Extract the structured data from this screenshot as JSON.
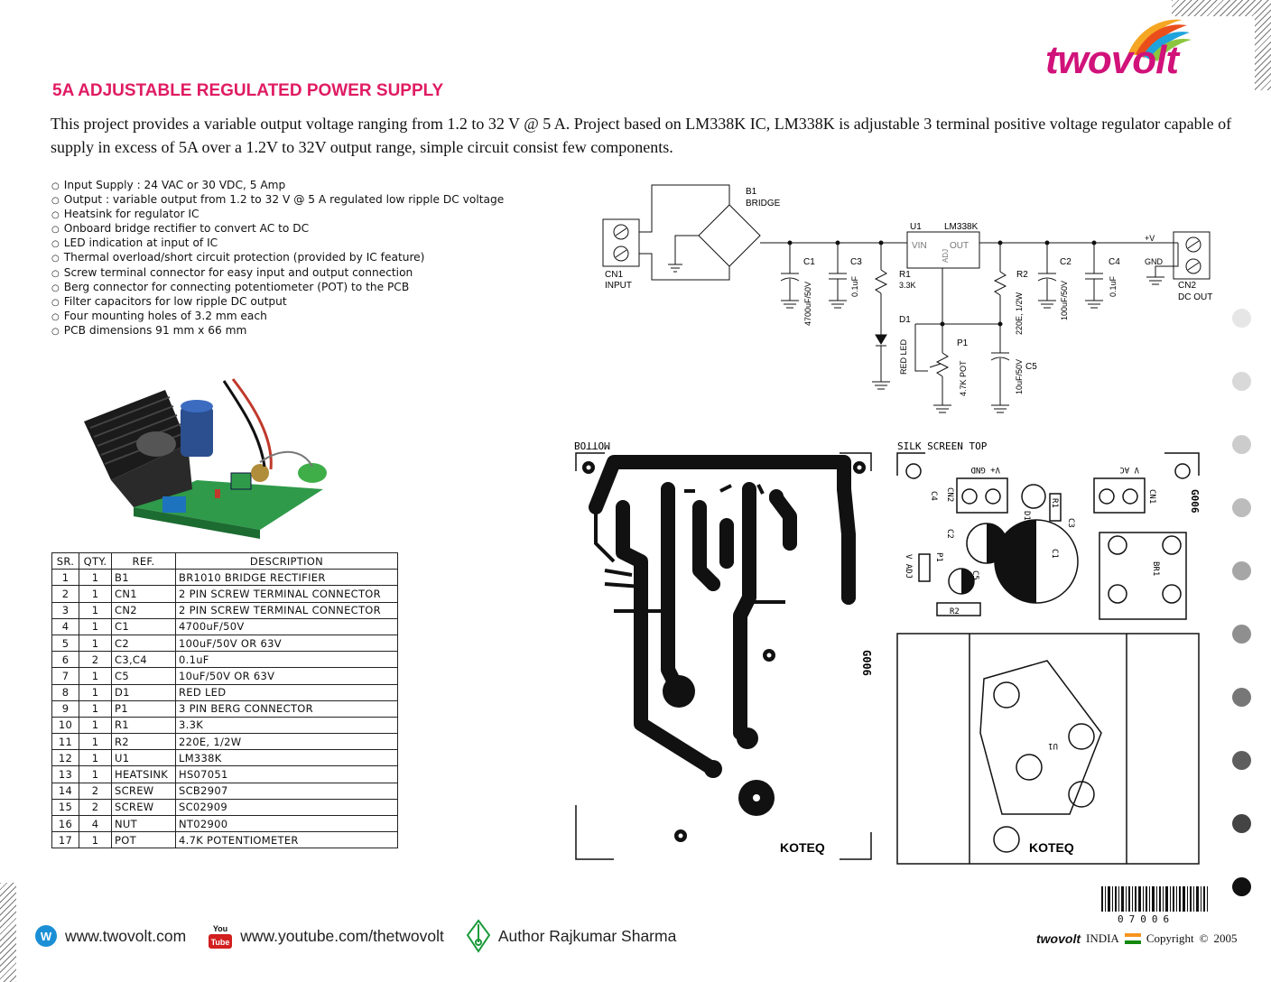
{
  "brand": {
    "logo_text": "twovolt",
    "accent_color": "#e01b62"
  },
  "header": {
    "title": "5A ADJUSTABLE REGULATED POWER SUPPLY",
    "intro": "This project provides a variable output voltage ranging from 1.2 to 32 V @ 5 A. Project based on LM338K IC, LM338K is adjustable 3 terminal positive voltage regulator capable of supply in excess of 5A over a 1.2V to 32V output range, simple circuit consist few components."
  },
  "features": [
    "Input Supply : 24 VAC or 30 VDC, 5 Amp",
    "Output : variable output from 1.2 to 32 V @ 5 A regulated low ripple DC voltage",
    "Heatsink for regulator IC",
    "Onboard bridge rectifier to convert AC to DC",
    "LED indication at input of IC",
    "Thermal overload/short circuit protection (provided by IC feature)",
    "Screw terminal connector for easy input and output connection",
    "Berg connector for connecting potentiometer (POT) to the PCB",
    "Filter capacitors for low ripple DC output",
    "Four mounting holes of 3.2 mm each",
    "PCB dimensions 91 mm x 66 mm"
  ],
  "bom": {
    "headers": [
      "SR.",
      "QTY.",
      "REF.",
      "DESCRIPTION"
    ],
    "rows": [
      [
        "1",
        "1",
        "B1",
        "BR1010 BRIDGE RECTIFIER"
      ],
      [
        "2",
        "1",
        "CN1",
        "2 PIN SCREW TERMINAL CONNECTOR"
      ],
      [
        "3",
        "1",
        "CN2",
        "2 PIN SCREW TERMINAL CONNECTOR"
      ],
      [
        "4",
        "1",
        "C1",
        "4700uF/50V"
      ],
      [
        "5",
        "1",
        "C2",
        "100uF/50V OR 63V"
      ],
      [
        "6",
        "2",
        "C3,C4",
        "0.1uF"
      ],
      [
        "7",
        "1",
        "C5",
        "10uF/50V OR 63V"
      ],
      [
        "8",
        "1",
        "D1",
        "RED LED"
      ],
      [
        "9",
        "1",
        "P1",
        "3 PIN BERG CONNECTOR"
      ],
      [
        "10",
        "1",
        "R1",
        "3.3K"
      ],
      [
        "11",
        "1",
        "R2",
        "220E, 1/2W"
      ],
      [
        "12",
        "1",
        "U1",
        "LM338K"
      ],
      [
        "13",
        "1",
        "HEATSINK",
        "HS07051"
      ],
      [
        "14",
        "2",
        "SCREW",
        "SCB2907"
      ],
      [
        "15",
        "2",
        "SCREW",
        "SC02909"
      ],
      [
        "16",
        "4",
        "NUT",
        "NT02900"
      ],
      [
        "17",
        "1",
        "POT",
        "4.7K POTENTIOMETER"
      ]
    ]
  },
  "schematic": {
    "b1": "B1",
    "bridge": "BRIDGE",
    "u1": "U1",
    "ic": "LM338K",
    "vin": "VIN",
    "out": "OUT",
    "adj": "ADJ",
    "cn1": "CN1",
    "input": "INPUT",
    "c1": "C1",
    "c1_val": "4700uF/50V",
    "c3": "C3",
    "c3_val": "0.1uF",
    "r1": "R1",
    "r1_val": "3.3K",
    "d1": "D1",
    "d1_val": "RED LED",
    "p1": "P1",
    "p1_val": "4.7K POT",
    "r2": "R2",
    "r2_val": "220E, 1/2W",
    "c5": "C5",
    "c5_val": "10uF/50V",
    "c2": "C2",
    "c2_val": "100uF/50V",
    "c4": "C4",
    "c4_val": "0.1uF",
    "vplus": "+V",
    "gnd": "GND",
    "cn2": "CN2",
    "dcout": "DC OUT"
  },
  "pcb": {
    "bottom_label": "BOTTOM",
    "code": "G006",
    "maker": "KOTEQ"
  },
  "silk": {
    "title": "SILK SCREEN TOP",
    "vplus_gnd": "V+  GND",
    "v_ac": "V  AC",
    "cn2": "CN2",
    "cn1": "CN1",
    "c4": "C4",
    "c2": "C2",
    "d1": "D1",
    "r1": "R1",
    "c3": "C3",
    "c1": "C1",
    "br1": "BR1",
    "p1": "P1",
    "vadj": "V ADJ",
    "c5": "C5",
    "r2": "R2",
    "u1": "U1",
    "code": "G006",
    "maker": "KOTEQ"
  },
  "side_dots": [
    "#e6e6e6",
    "#d9d9d9",
    "#cccccc",
    "#bcbcbc",
    "#a6a6a6",
    "#8f8f8f",
    "#777777",
    "#5e5e5e",
    "#444444",
    "#111111"
  ],
  "barcode_number": "07006",
  "copyright": {
    "brand": "twovolt",
    "country": "INDIA",
    "text": "Copyright",
    "symbol": "©",
    "year": "2005"
  },
  "footer": {
    "website": "www.twovolt.com",
    "youtube_icon_top": "You",
    "youtube_icon_bottom": "Tube",
    "youtube": "www.youtube.com/thetwovolt",
    "author": "Author Rajkumar Sharma"
  }
}
